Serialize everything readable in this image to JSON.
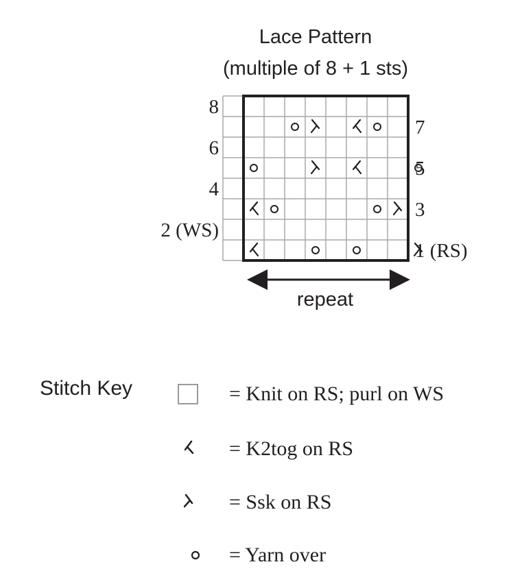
{
  "title": "Lace Pattern",
  "subtitle": "(multiple of 8 + 1 sts)",
  "row_labels_left": [
    "8",
    "6",
    "4",
    "2 (WS)"
  ],
  "row_labels_right": [
    "7",
    "5",
    "3",
    "1 (RS)"
  ],
  "repeat_label": "repeat",
  "chart_grid": {
    "columns": 9,
    "rows": 8,
    "repeat_columns": 8,
    "symbol_rows": {
      "1": [
        "k2tog",
        "",
        "",
        "yo",
        "",
        "yo",
        "",
        "",
        "ssk"
      ],
      "3": [
        "k2tog",
        "yo",
        "",
        "",
        "",
        "",
        "yo",
        "ssk",
        ""
      ],
      "5": [
        "yo",
        "",
        "",
        "ssk",
        "",
        "k2tog",
        "",
        "",
        "yo"
      ],
      "7": [
        "",
        "",
        "yo",
        "ssk",
        "",
        "k2tog",
        "yo",
        "",
        ""
      ]
    }
  },
  "key": {
    "heading": "Stitch Key",
    "items": [
      {
        "symbol": "knit",
        "label": "= Knit on RS; purl on WS"
      },
      {
        "symbol": "k2tog",
        "label": "= K2tog on RS"
      },
      {
        "symbol": "ssk",
        "label": "= Ssk on RS"
      },
      {
        "symbol": "yo",
        "label": "= Yarn over"
      }
    ]
  }
}
